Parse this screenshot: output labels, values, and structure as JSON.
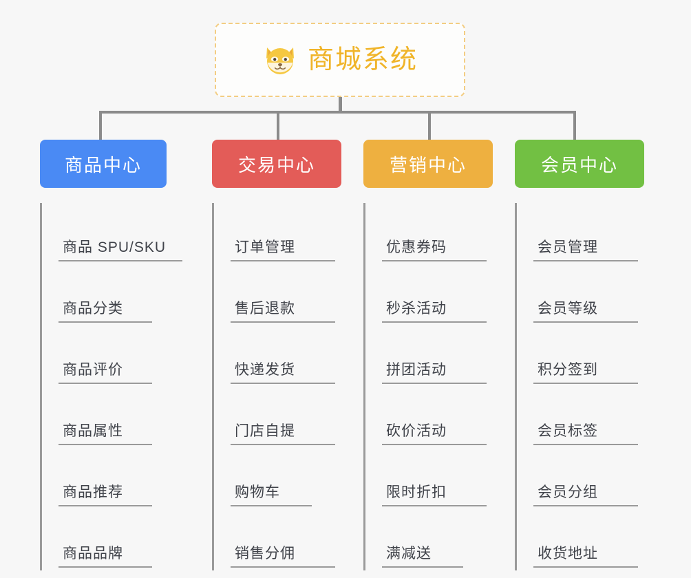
{
  "diagram": {
    "root": {
      "title": "商城系统",
      "icon": "shiba-dog-icon",
      "border_color": "#f3cd83",
      "text_color": "#f0b429"
    },
    "connector_color": "#8b8b8b",
    "background": "#f7f7f7",
    "columns": [
      {
        "title": "商品中心",
        "color": "#4a8af4",
        "items": [
          "商品 SPU/SKU",
          "商品分类",
          "商品评价",
          "商品属性",
          "商品推荐",
          "商品品牌"
        ]
      },
      {
        "title": "交易中心",
        "color": "#e35c58",
        "items": [
          "订单管理",
          "售后退款",
          "快递发货",
          "门店自提",
          "购物车",
          "销售分佣"
        ]
      },
      {
        "title": "营销中心",
        "color": "#eeb040",
        "items": [
          "优惠券码",
          "秒杀活动",
          "拼团活动",
          "砍价活动",
          "限时折扣",
          "满减送"
        ]
      },
      {
        "title": "会员中心",
        "color": "#72c043",
        "items": [
          "会员管理",
          "会员等级",
          "积分签到",
          "会员标签",
          "会员分组",
          "收货地址"
        ]
      }
    ]
  }
}
